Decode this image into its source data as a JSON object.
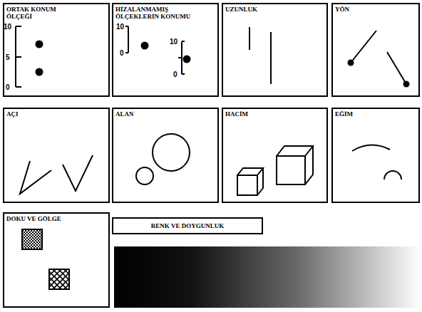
{
  "diagram": {
    "nodes": [
      {
        "text": [
          "ORTAK KONUM ÖLÇEĞİ"
        ]
      },
      {
        "text": [
          "HİZALANMAMIŞ ÖLÇEKLERİN KONUMU"
        ]
      },
      {
        "text": [
          "UZUNLUK"
        ]
      },
      {
        "text": [
          "YÖN"
        ]
      },
      {
        "text": [
          "AÇI"
        ]
      },
      {
        "text": [
          "ALAN"
        ]
      },
      {
        "text": [
          "HACİM"
        ]
      },
      {
        "text": [
          "EĞİM"
        ]
      },
      {
        "text": [
          "DOKU VE GÖLGE"
        ]
      },
      {
        "text": [
          "RENK VE DOYGUNLUK"
        ]
      }
    ],
    "labels": [
      "10",
      "5",
      "0",
      "10",
      "0",
      "10",
      "0"
    ]
  }
}
